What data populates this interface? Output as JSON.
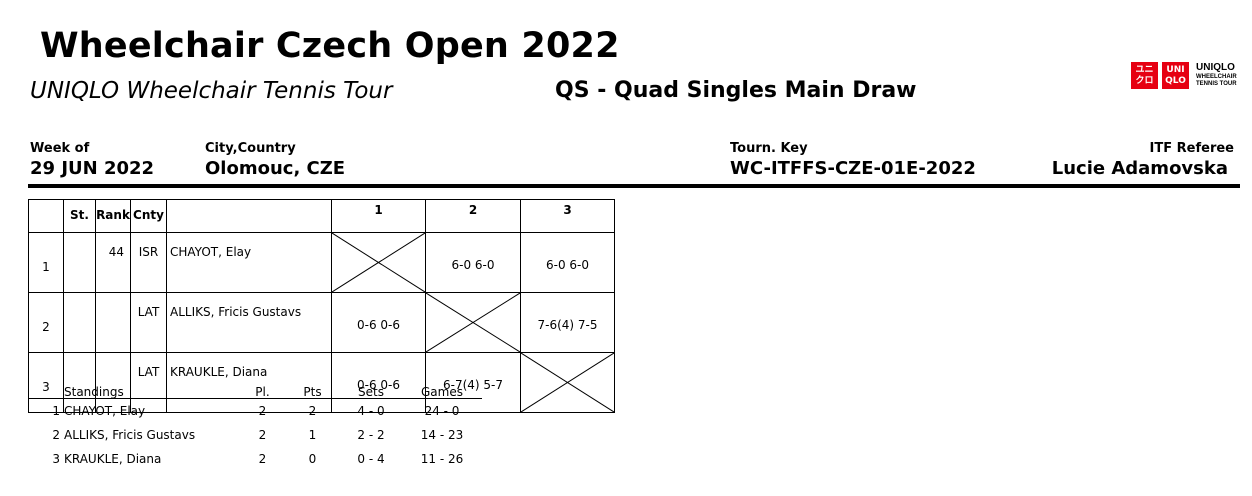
{
  "header": {
    "title": "Wheelchair Czech Open 2022",
    "subtitle": "UNIQLO Wheelchair Tennis Tour",
    "draw_name": "QS - Quad Singles Main Draw"
  },
  "logo": {
    "box1": "ユニ\nクロ",
    "box2": "UNI\nQLO",
    "brand": "UNIQLO",
    "line1": "WHEELCHAIR",
    "line2": "TENNIS TOUR"
  },
  "info": {
    "week_label": "Week of",
    "week_value": "29 JUN 2022",
    "city_label": "City,Country",
    "city_value": "Olomouc, CZE",
    "key_label": "Tourn. Key",
    "key_value": "WC-ITFFS-CZE-01E-2022",
    "referee_label": "ITF Referee",
    "referee_value": "Lucie Adamovska"
  },
  "draw": {
    "headers": {
      "st": "St.",
      "rank": "Rank",
      "cnty": "Cnty",
      "c1": "1",
      "c2": "2",
      "c3": "3"
    },
    "rows": [
      {
        "num": "1",
        "st": "",
        "rank": "44",
        "cnty": "ISR",
        "name": "CHAYOT, Elay",
        "s1": "",
        "s2": "6-0 6-0",
        "s3": "6-0 6-0"
      },
      {
        "num": "2",
        "st": "",
        "rank": "",
        "cnty": "LAT",
        "name": "ALLIKS, Fricis Gustavs",
        "s1": "0-6 0-6",
        "s2": "",
        "s3": "7-6(4) 7-5"
      },
      {
        "num": "3",
        "st": "",
        "rank": "",
        "cnty": "LAT",
        "name": "KRAUKLE, Diana",
        "s1": "0-6 0-6",
        "s2": "6-7(4) 5-7",
        "s3": ""
      }
    ]
  },
  "standings": {
    "headers": {
      "name": "Standings",
      "pl": "Pl.",
      "pts": "Pts",
      "sets": "Sets",
      "games": "Games"
    },
    "rows": [
      {
        "pos": "1",
        "name": "CHAYOT, Elay",
        "pl": "2",
        "pts": "2",
        "sets": "4 - 0",
        "games": "24 - 0"
      },
      {
        "pos": "2",
        "name": "ALLIKS, Fricis Gustavs",
        "pl": "2",
        "pts": "1",
        "sets": "2 - 2",
        "games": "14 - 23"
      },
      {
        "pos": "3",
        "name": "KRAUKLE, Diana",
        "pl": "2",
        "pts": "0",
        "sets": "0 - 4",
        "games": "11 - 26"
      }
    ]
  }
}
